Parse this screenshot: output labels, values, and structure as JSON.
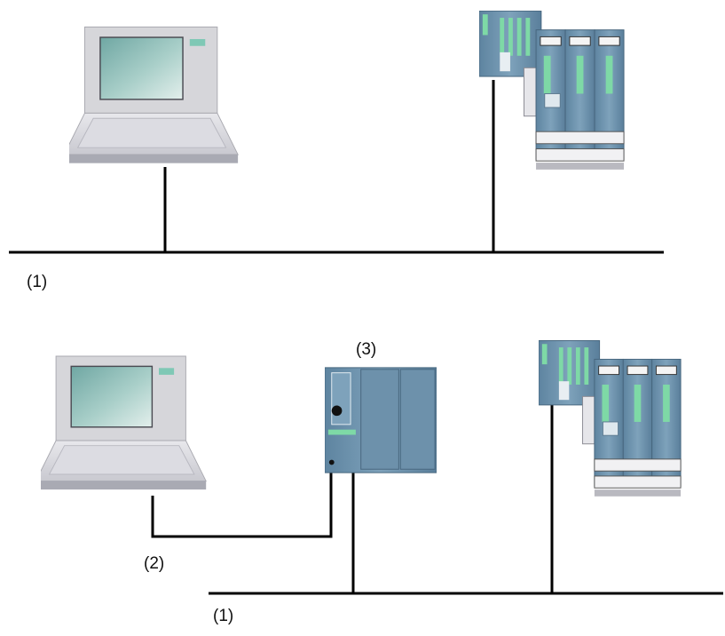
{
  "labels": {
    "bus_top": "(1)",
    "bus_bottom": "(1)",
    "pg_cable": "(2)",
    "cpu": "(3)"
  },
  "colors": {
    "line": "#000000",
    "pg_frame": "#cfcfd3",
    "pg_screen": "#7fb3b0",
    "module_blue": "#6f93ad",
    "led_green": "#7ed9a6"
  },
  "icons": [
    "programming-device-icon",
    "io-station-icon",
    "cpu-module-icon"
  ]
}
